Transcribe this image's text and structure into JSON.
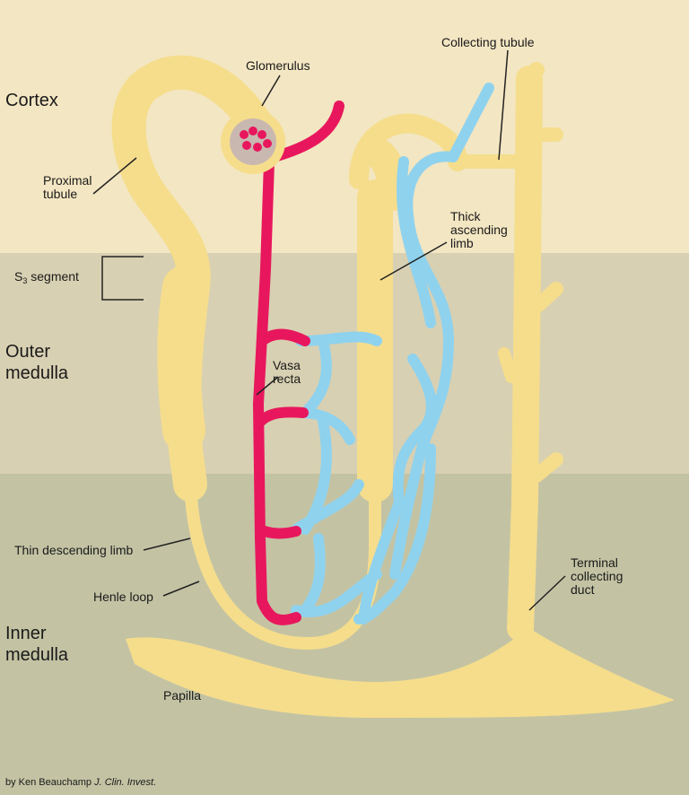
{
  "zones": {
    "cortex": "Cortex",
    "outer_medulla": "Outer\nmedulla",
    "inner_medulla": "Inner\nmedulla"
  },
  "labels": {
    "glomerulus": "Glomerulus",
    "collecting_tubule": "Collecting tubule",
    "proximal_tubule": "Proximal\ntubule",
    "thick_ascending_limb": "Thick\nascending\nlimb",
    "s3_letter": "S",
    "s3_sub": "3",
    "s3_rest": " segment",
    "vasa_recta": "Vasa\nrecta",
    "thin_descending_limb": "Thin descending limb",
    "henle_loop": "Henle loop",
    "terminal_collecting_duct": "Terminal\ncollecting\nduct",
    "papilla": "Papilla"
  },
  "credit": {
    "prefix": "by Ken Beauchamp ",
    "journal": "J. Clin. Invest."
  },
  "colors": {
    "cortex_bg": "#f3e6c2",
    "outer_medulla_bg": "#d8d0b2",
    "inner_medulla_bg": "#c3c3a4",
    "tubule": "#f5dd8c",
    "tubule_edge": "#d9bf68",
    "artery": "#e8175d",
    "vein": "#8fd2ee",
    "glomerulus_capsule": "#c9b8b0"
  }
}
